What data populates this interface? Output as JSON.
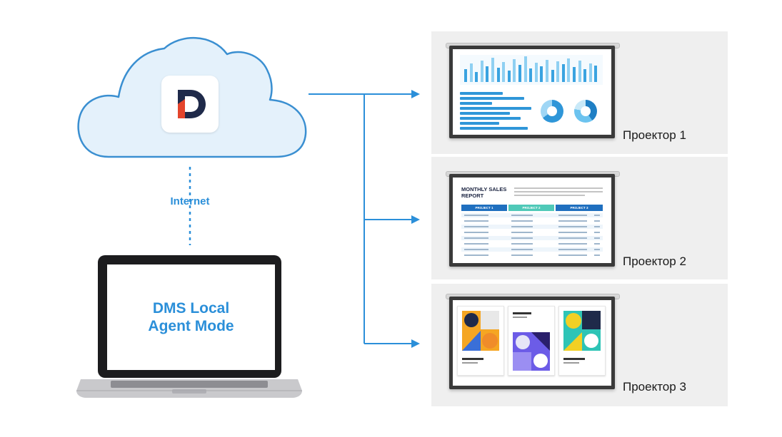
{
  "cloud": {
    "logo_letter": "D"
  },
  "connection": {
    "label": "Internet"
  },
  "laptop": {
    "screen_text": "DMS Local Agent Mode"
  },
  "projectors": [
    {
      "label": "Проектор 1",
      "screen": "dashboard"
    },
    {
      "label": "Проектор 2",
      "screen": "sales-report"
    },
    {
      "label": "Проектор 3",
      "screen": "posters"
    }
  ],
  "report": {
    "title": "MONTHLY SALES REPORT",
    "columns": [
      "PROJECT 1",
      "PROJECT 2",
      "PROJECT 3"
    ]
  },
  "colors": {
    "accent": "#2b8fd9",
    "cloud_fill": "#e4f1fb",
    "cloud_stroke": "#3a8fd1",
    "panel_bg": "#efefef",
    "logo_navy": "#1f2a4a",
    "logo_red": "#e4452c"
  }
}
